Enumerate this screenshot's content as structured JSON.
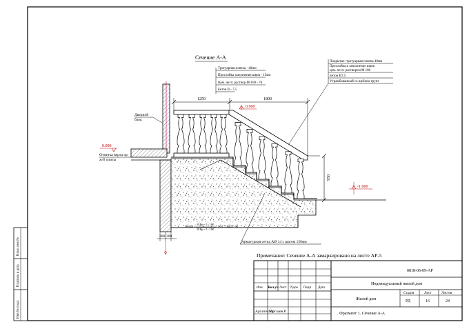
{
  "drawing": {
    "section_title": "Сечение А-А",
    "layers_left": [
      "Тротуарная плитка - 40мм",
      "Прослойка заполнение швов - 15мм",
      "Цем. песч. раствор М-100 - 70",
      "Бетон В - 7,5"
    ],
    "layers_right": [
      "Покрытие: тротуарная плитка 40мм",
      "Прослойка и заполнение швов",
      "цем. песч. раствором М 100",
      "Бетон В7,5",
      "Утрамбованный со щебнем грунт"
    ],
    "dim_top_left": "1250",
    "dim_top_right": "1800",
    "dim_height": "950",
    "dim_base_left": "200",
    "dim_base_right": "200",
    "level_top": "0.900",
    "level_left": "0.000",
    "level_right": "-1.000",
    "door_label": [
      "Дверной",
      "блок"
    ],
    "slab_label": [
      "Отметка верха пр",
      "ж/б плиты"
    ],
    "mesh_label": "Сетка",
    "mesh_spec_1": "8 Вр - I - 100",
    "mesh_spec_2": "8 Вр - I - 100",
    "mesh_gost": "ГОСТ 8478 - 81",
    "rebar_note": "Арматурная сетка АØ 14 с шагом 150мм",
    "note": "Примечание: Сечение А-А замаркировано на листе АР-5"
  },
  "stamp": {
    "code": "0818-06-09-АР",
    "headers": [
      "Изм",
      "Кол.уч",
      "Лист",
      "Nдок",
      "Подп",
      "Дата"
    ],
    "project": "Индивидуальный жилой дом",
    "object": "Жилой дом",
    "stage_hdr": "Стадия",
    "sheet_hdr": "Лист",
    "sheets_hdr": "Листов",
    "stage": "РД",
    "sheet": "16",
    "sheets": "24",
    "role": "Архитектор",
    "person": "Муслаев Р.",
    "fragment": "Фрагмент 1. Сечение А-А"
  },
  "side_stamp": [
    "Инв.№ подл.",
    "Подпись и дата",
    "Взам. инв.№"
  ]
}
